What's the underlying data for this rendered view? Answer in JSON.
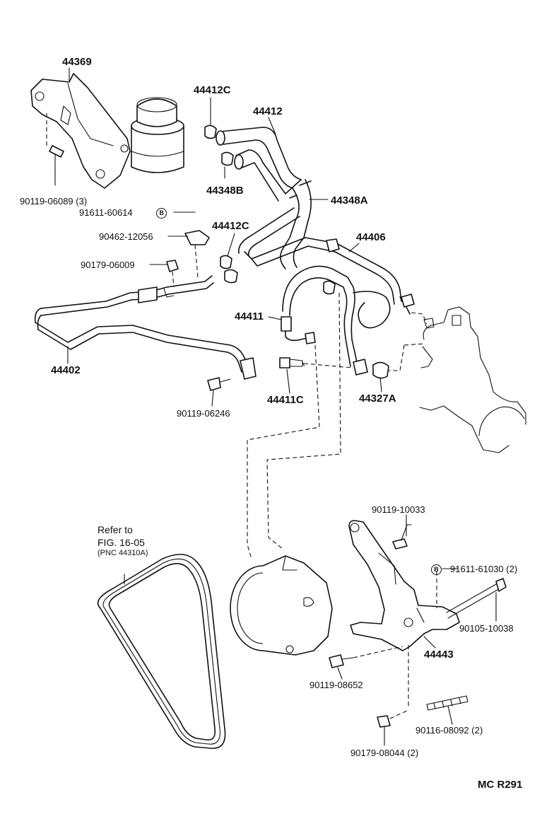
{
  "labels": {
    "p44369": "44369",
    "p44412c_top": "44412C",
    "p44412": "44412",
    "p44348b": "44348B",
    "p44348a": "44348A",
    "p90119_06089": "90119-06089 (3)",
    "p91611_60614": "91611-60614",
    "p90462_12056": "90462-12056",
    "p44412c_mid": "44412C",
    "p44406": "44406",
    "p90179_06009": "90179-06009",
    "p44411": "44411",
    "p44402": "44402",
    "p44411c": "44411C",
    "p44327a": "44327A",
    "p90119_06246": "90119-06246",
    "p90119_10033": "90119-10033",
    "p91611_61030": "91611-61030 (2)",
    "p90105_10038": "90105-10038",
    "p44443": "44443",
    "p90119_08652": "90119-08652",
    "p90116_08092": "90116-08092 (2)",
    "p90179_08044": "90179-08044 (2)",
    "refer1": "Refer to",
    "refer2": "FIG. 16-05",
    "refer3": "(PNC 44310A)",
    "circle_b1": "B",
    "circle_b2": "B",
    "figure_code": "MC R291"
  }
}
